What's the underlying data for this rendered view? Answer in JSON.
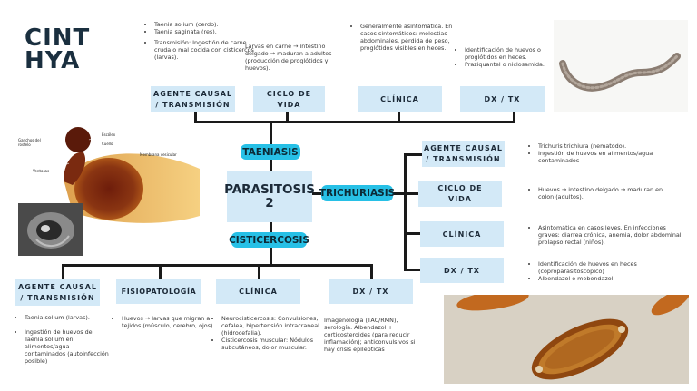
{
  "title": "CINTHYA",
  "title_line1": "CINT",
  "title_line2": "HYA",
  "center": {
    "main": "PARASITOSIS",
    "main_num": "2",
    "taeniasis": "TAENIASIS",
    "cisticercosis": "CISTICERCOSIS",
    "trichuriasis": "TRICHURIASIS"
  },
  "taeniasis": {
    "agente_label": "AGENTE CAUSAL / TRANSMISIÓN",
    "ciclo_label": "CICLO DE VIDA",
    "clinica_label": "CLÍNICA",
    "dx_label": "DX / TX",
    "agente_items": [
      "Taenia solium (cerdo).",
      "Taenia saginata (res).",
      "Transmisión: Ingestión de carne cruda o mal cocida con cisticercos (larvas)."
    ],
    "ciclo_text": "Larvas en carne → intestino delgado → maduran a adultos (producción de proglótidos y huevos).",
    "clinica_items": [
      "Generalmente asintomática. En casos sintomáticos: molestias abdominales, pérdida de peso, proglótidos visibles en heces."
    ],
    "dx_items": [
      "Identificación de huevos o proglótidos en heces.",
      "Praziquantel o niclosamida."
    ]
  },
  "trichuriasis": {
    "agente_label": "AGENTE CAUSAL / TRANSMISIÓN",
    "ciclo_label": "CICLO DE VIDA",
    "clinica_label": "CLÍNICA",
    "dx_label": "DX / TX",
    "agente_items": [
      "Trichuris trichiura (nematodo).",
      "Ingestión de huevos en alimentos/agua contaminados"
    ],
    "ciclo_items": [
      "Huevos → intestino delgado → maduran en colon (adultos)."
    ],
    "clinica_items": [
      "Asintomática en casos leves. En infecciones graves: diarrea crónica, anemia, dolor abdominal, prolapso rectal (niños)."
    ],
    "dx_items": [
      "Identificación de huevos en heces (coproparasitoscópico)",
      "Albendazol o mebendazol"
    ]
  },
  "cisticercosis": {
    "agente_label": "AGENTE CAUSAL / TRANSMISIÓN",
    "fisio_label": "FISIOPATOLOGÍA",
    "clinica_label": "CLÍNICA",
    "dx_label": "DX / TX",
    "agente_items": [
      "Taenia solium (larvas).",
      "Ingestión de huevos de Taenia solium en alimentos/agua contaminados (autoinfección posible)"
    ],
    "fisio_items": [
      "Huevos → larvas que migran a tejidos (músculo, cerebro, ojos)"
    ],
    "clinica_items": [
      "Neurocisticercosis: Convulsiones, cefalea, hipertensión intracraneal (hidrocefalia).",
      "Cisticercosis muscular: Nódulos subcutáneos, dolor muscular."
    ],
    "dx_text": "Imagenología (TAC/RMN), serología. Albendazol + corticosteroides (para reducir inflamación); anticonvulsivos si hay crisis epilépticas"
  },
  "image_labels": {
    "ganchos": "Ganchos del rostelo",
    "escolex": "Escólex",
    "cuello": "Cuello",
    "membrana": "Membrana vesicular",
    "ventosas": "Ventosas"
  },
  "colors": {
    "box": "#d3e9f7",
    "pill": "#27c0e6",
    "title": "#1a2f3f",
    "line": "#1a1a1a"
  }
}
